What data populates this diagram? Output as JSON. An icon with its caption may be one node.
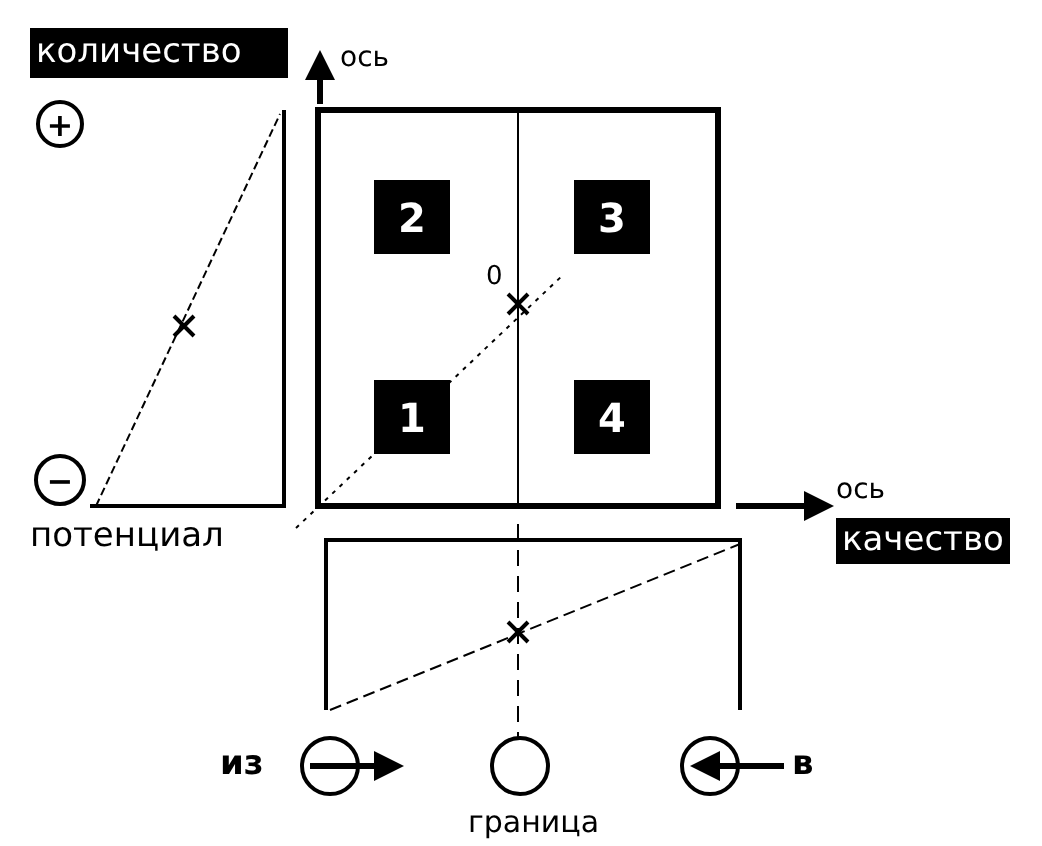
{
  "diagram": {
    "nodes": [
      {
        "text": [
          "+"
        ]
      },
      {
        "text": [
          "2"
        ]
      },
      {
        "text": [
          "3"
        ]
      },
      {
        "text": [
          "1"
        ]
      },
      {
        "text": [
          "4"
        ]
      },
      {
        "text": [
          "−"
        ],
        "beside": [
          "потенциал"
        ]
      },
      {
        "text": [],
        "shape": "circle",
        "beside": [
          "из"
        ]
      },
      {
        "text": [],
        "shape": "circle",
        "beside": [
          "граница"
        ]
      },
      {
        "text": [],
        "shape": "circle",
        "beside": [
          "в"
        ]
      }
    ],
    "labels": [
      "количество",
      "ось",
      "0",
      "ось",
      "качество"
    ]
  }
}
